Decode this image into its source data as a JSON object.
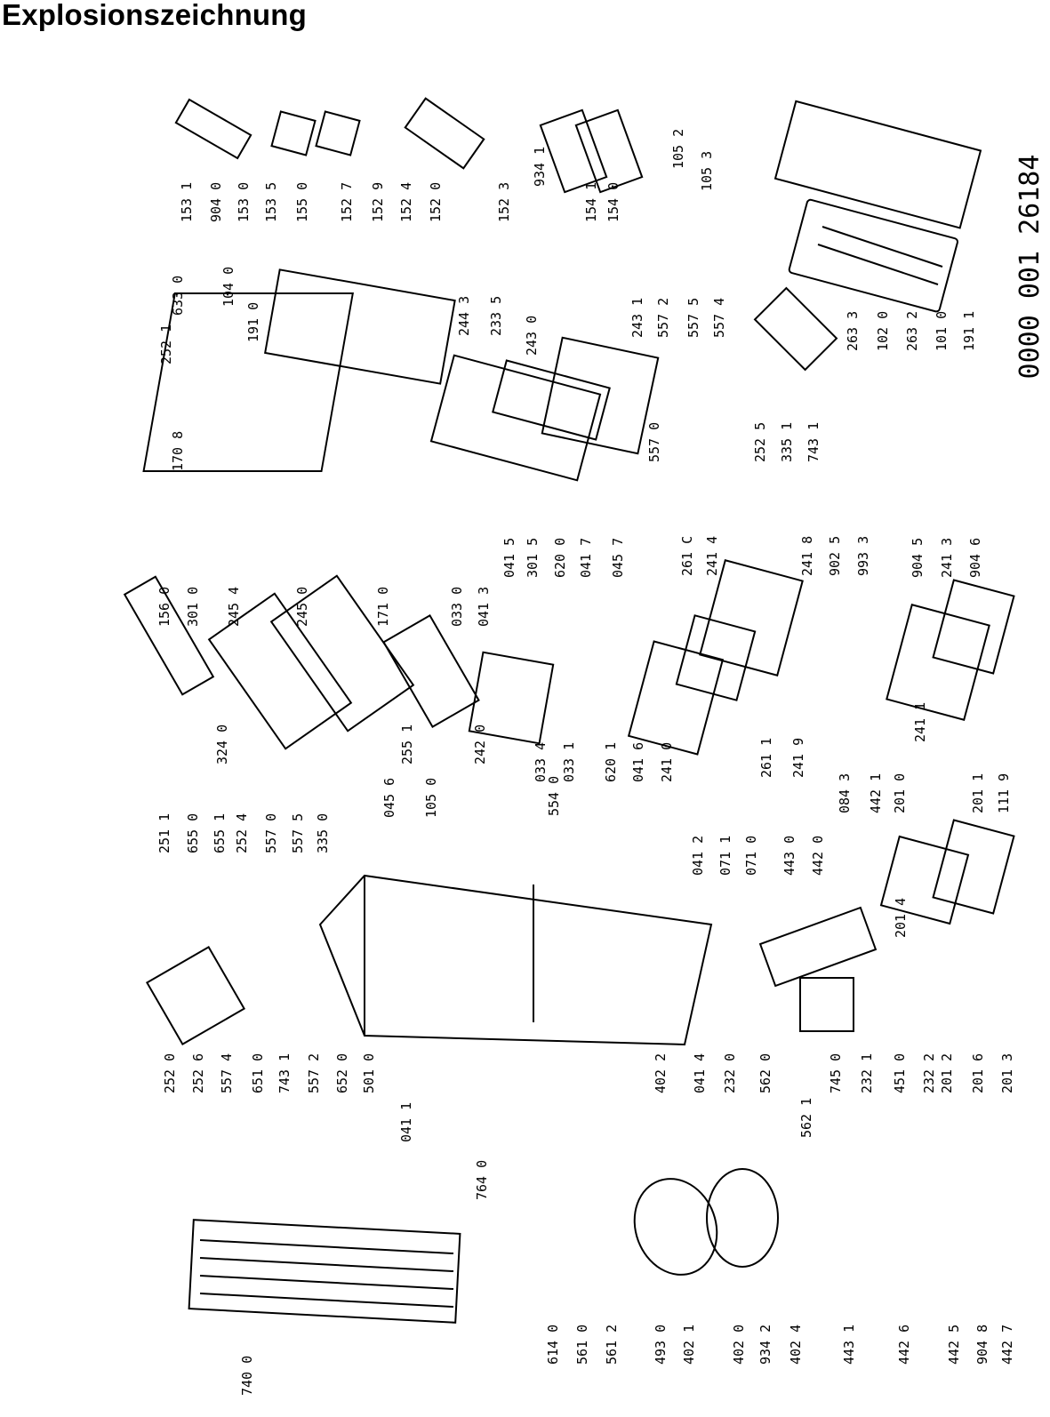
{
  "title": "Explosionszeichnung",
  "drawing_number": "0000 001 26184",
  "part_labels": [
    "252 1",
    "633 0",
    "104 0",
    "191 0",
    "170 8",
    "153 1",
    "904 0",
    "153 0",
    "153 5",
    "155 0",
    "152 7",
    "152 9",
    "152 4",
    "152 0",
    "152 3",
    "934 1",
    "154 1",
    "154 0",
    "105 2",
    "105 3",
    "244 3",
    "233 5",
    "243 0",
    "243 1",
    "557 2",
    "557 5",
    "557 4",
    "557 0",
    "252 5",
    "335 1",
    "743 1",
    "263 3",
    "102 0",
    "263 2",
    "101 0",
    "191 1",
    "156 0",
    "301 0",
    "245 4",
    "245 0",
    "171 0",
    "324 0",
    "255 1",
    "242 0",
    "033 0",
    "041 3",
    "041 5",
    "301 5",
    "620 0",
    "041 7",
    "045 7",
    "033 4",
    "033 1",
    "620 1",
    "041 6",
    "241 0",
    "261 C",
    "241 4",
    "241 8",
    "902 5",
    "993 3",
    "261 1",
    "241 9",
    "904 5",
    "241 3",
    "904 6",
    "241 1",
    "251 1",
    "655 0",
    "655 1",
    "252 4",
    "557 0",
    "557 5",
    "335 0",
    "045 6",
    "105 0",
    "554 0",
    "041 2",
    "071 1",
    "071 0",
    "443 0",
    "442 0",
    "084 3",
    "442 1",
    "201 0",
    "201 1",
    "111 9",
    "201 4",
    "252 0",
    "252 6",
    "557 4",
    "651 0",
    "743 1",
    "557 2",
    "652 0",
    "501 0",
    "041 1",
    "402 2",
    "041 4",
    "232 0",
    "562 0",
    "562 1",
    "745 0",
    "232 1",
    "451 0",
    "232 2",
    "201 2",
    "201 6",
    "201 3",
    "764 0",
    "740 0",
    "614 0",
    "561 0",
    "561 2",
    "493 0",
    "402 1",
    "402 0",
    "934 2",
    "402 4",
    "443 1",
    "442 6",
    "442 5",
    "904 8",
    "442 7"
  ]
}
